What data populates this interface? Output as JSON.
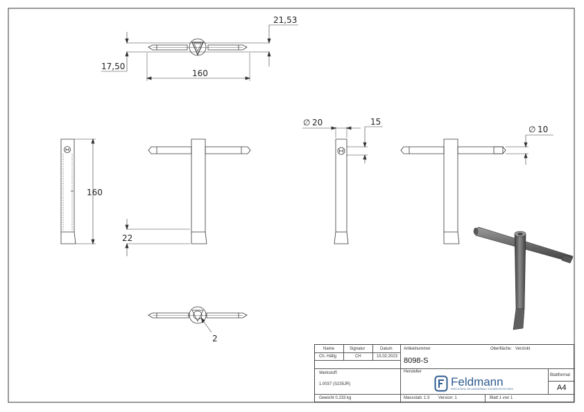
{
  "dimensions": {
    "d_21_53": "21,53",
    "d_17_50": "17,50",
    "d_160_top": "160",
    "d_160_side": "160",
    "d_22": "22",
    "d_2": "2",
    "d_dia20": "20",
    "d_15": "15",
    "d_dia10": "10",
    "diameter_symbol": "∅"
  },
  "title_block": {
    "name_label": "Name",
    "signatur_label": "Signatur",
    "datum_label": "Datum",
    "name_value": "Ch. Häfig",
    "signatur_value": "CH",
    "datum_value": "15.02.2023",
    "artikelnummer_label": "Artikelnummer",
    "artikelnummer_value": "8098-S",
    "oberflaeche_label": "Oberfläche:",
    "oberflaeche_value": "Verzinkt",
    "werkstoff_label": "Werkstoff:",
    "werkstoff_value": "1.0037 (S235JR)",
    "hersteller_label": "Hersteller",
    "brand_name": "Feldmann",
    "brand_tagline": "EDELSTAHL-GELÄNDERBAU SCHWEISSTECHNIK",
    "blattformat_label": "Blattformat",
    "blattformat_value": "A4",
    "gewicht": "Gewicht 0.233 kg",
    "massstab": "Massstab: 1:3",
    "version": "Version: 1",
    "blatt": "Blatt 1 von 1"
  },
  "colors": {
    "line": "#333333",
    "brand": "#2d5a8e",
    "render_dark": "#4a4a4a",
    "render_mid": "#7a7a7a",
    "render_light": "#a8a8a8"
  }
}
